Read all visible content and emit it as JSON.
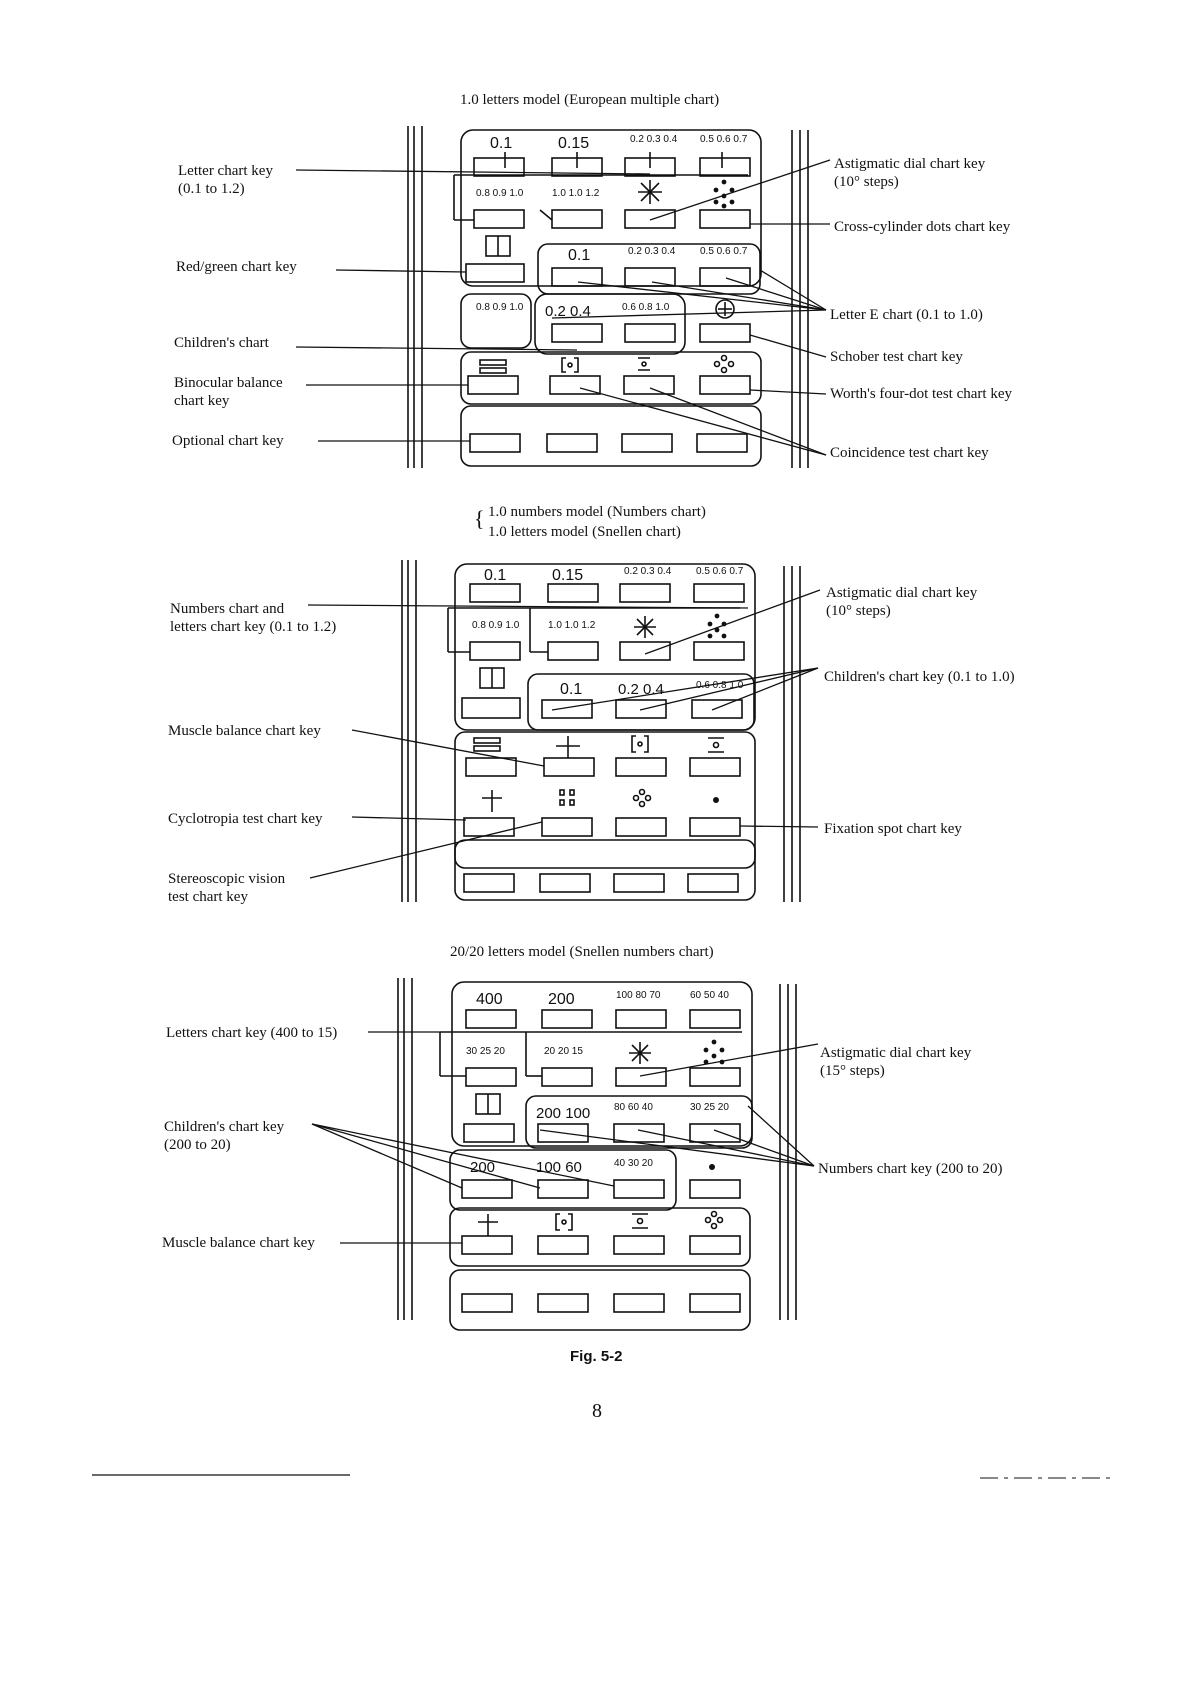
{
  "figure": {
    "caption": "Fig. 5-2",
    "page_number": "8"
  },
  "panels": [
    {
      "title": "1.0 letters model (European multiple chart)",
      "key_labels": [
        "0.1",
        "0.15",
        "0.2 0.3 0.4",
        "0.5 0.6 0.7",
        "0.8 0.9 1.0",
        "1.0 1.0 1.2",
        "0.1",
        "0.2 0.3 0.4",
        "0.5 0.6 0.7",
        "0.8 0.9 1.0",
        "0.2 0.4",
        "0.6 0.8 1.0"
      ],
      "callouts_left": [
        {
          "text": "Letter chart key\n(0.1 to 1.2)"
        },
        {
          "text": "Red/green chart key"
        },
        {
          "text": "Children's chart"
        },
        {
          "text": "Binocular balance\nchart key"
        },
        {
          "text": "Optional chart key"
        }
      ],
      "callouts_right": [
        {
          "text": "Astigmatic dial chart key\n(10° steps)"
        },
        {
          "text": "Cross-cylinder dots chart key"
        },
        {
          "text": "Letter E chart (0.1 to 1.0)"
        },
        {
          "text": "Schober test chart key"
        },
        {
          "text": "Worth's four-dot test chart key"
        },
        {
          "text": "Coincidence test chart key"
        }
      ]
    },
    {
      "title_line1": "1.0 numbers model (Numbers chart)",
      "title_line2": "1.0 letters model (Snellen chart)",
      "key_labels": [
        "0.1",
        "0.15",
        "0.2 0.3 0.4",
        "0.5 0.6 0.7",
        "0.8 0.9 1.0",
        "1.0 1.0 1.2",
        "0.1",
        "0.2 0.4",
        "0.6 0.8 1.0"
      ],
      "callouts_left": [
        {
          "text": "Numbers chart and\nletters chart key (0.1 to 1.2)"
        },
        {
          "text": "Muscle balance chart key"
        },
        {
          "text": "Cyclotropia test chart key"
        },
        {
          "text": "Stereoscopic vision\ntest chart key"
        }
      ],
      "callouts_right": [
        {
          "text": "Astigmatic dial chart key\n(10° steps)"
        },
        {
          "text": "Children's chart key (0.1 to 1.0)"
        },
        {
          "text": "Fixation spot chart key"
        }
      ]
    },
    {
      "title": "20/20 letters model (Snellen numbers chart)",
      "key_labels": [
        "400",
        "200",
        "100 80 70",
        "60 50 40",
        "30 25 20",
        "20 20 15",
        "200 100",
        "80 60 40",
        "30 25 20",
        "200",
        "100 60",
        "40 30 20"
      ],
      "callouts_left": [
        {
          "text": "Letters chart key (400 to 15)"
        },
        {
          "text": "Children's chart key\n(200 to 20)"
        },
        {
          "text": "Muscle balance chart key"
        }
      ],
      "callouts_right": [
        {
          "text": "Astigmatic dial chart key\n(15° steps)"
        },
        {
          "text": "Numbers chart key (200 to 20)"
        }
      ]
    }
  ]
}
